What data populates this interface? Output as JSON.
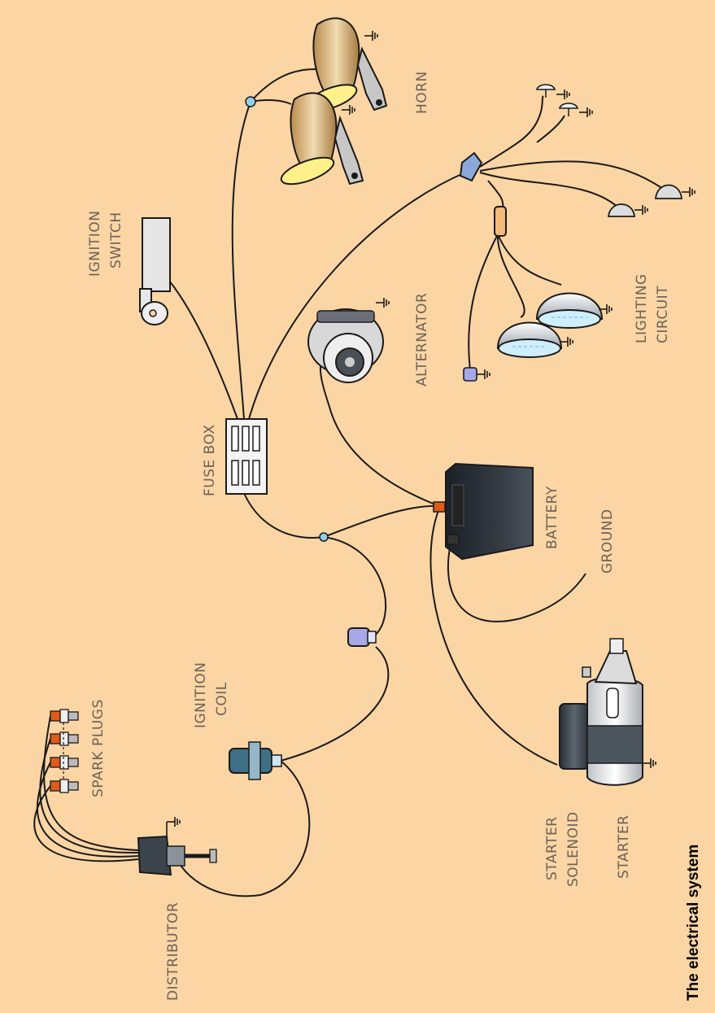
{
  "caption": "The electrical system",
  "labels": {
    "horn": "HORN",
    "ignition_switch_1": "IGNITION",
    "ignition_switch_2": "SWITCH",
    "alternator": "ALTERNATOR",
    "lighting_1": "LIGHTING",
    "lighting_2": "CIRCUIT",
    "fuse_box": "FUSE BOX",
    "battery": "BATTERY",
    "ground": "GROUND",
    "ignition_coil_1": "IGNITION",
    "ignition_coil_2": "COIL",
    "spark_plugs": "SPARK PLUGS",
    "distributor": "DISTRIBUTOR",
    "starter_solenoid_1": "STARTER",
    "starter_solenoid_2": "SOLENOID",
    "starter": "STARTER"
  },
  "colors": {
    "background": "#fcd5a4",
    "wire": "#1a1a1a",
    "horn_body": "#c9a46a",
    "horn_mouth": "#fff08a",
    "battery_body": "#2b3138",
    "battery_terminal": "#e05a1a",
    "coil_body": "#3f6f86",
    "lamp_glass": "#cfeefc",
    "starter_body": "#eeeeee",
    "fuse_box": "#f4f4f4"
  }
}
